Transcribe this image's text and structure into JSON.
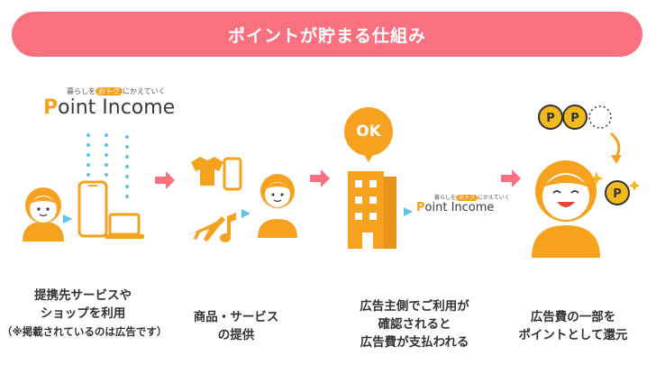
{
  "header": {
    "title": "ポイントが貯まる仕組み"
  },
  "logo": {
    "tagline_pre": "暮らしを",
    "tagline_highlight": "おトク",
    "tagline_post": "にかえていく",
    "brand_initial": "P",
    "brand_rest": "oint Income"
  },
  "ok_bubble": {
    "label": "OK"
  },
  "steps": [
    {
      "caption_line1": "提携先サービスや",
      "caption_line2": "ショップを利用",
      "note": "（※掲載されているのは広告です）"
    },
    {
      "caption_line1": "商品・サービス",
      "caption_line2": "の提供"
    },
    {
      "caption_line1": "広告主側でご利用が",
      "caption_line2": "確認されると",
      "caption_line3": "広告費が支払われる"
    },
    {
      "caption_line1": "広告費の一部を",
      "caption_line2": "ポイントとして還元"
    }
  ],
  "colors": {
    "banner": "#f9707e",
    "accent": "#f6a21e",
    "arrow": "#f9707e",
    "dots": "#5bc4e8",
    "coin": "#f2b91c"
  }
}
